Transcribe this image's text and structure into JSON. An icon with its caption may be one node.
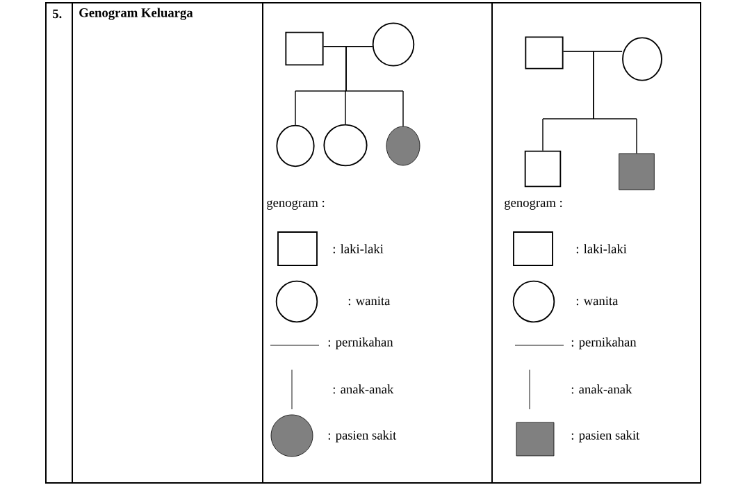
{
  "diagram": {
    "nodes": [
      {
        "text": [],
        "shape": "box"
      },
      {
        "text": [],
        "shape": "circle"
      },
      {
        "text": [],
        "shape": "circle"
      },
      {
        "text": [],
        "shape": "circle"
      },
      {
        "text": [],
        "shape": "circle"
      },
      {
        "text": [],
        "shape": "box"
      },
      {
        "text": [],
        "shape": "circle"
      },
      {
        "text": [],
        "shape": "box"
      },
      {
        "text": [],
        "shape": "box"
      }
    ],
    "edges": [
      {
        "from": 0,
        "to": 1,
        "arrow": "none"
      },
      {
        "from": 0,
        "to": 2,
        "arrow": "none"
      },
      {
        "from": 0,
        "to": 3,
        "arrow": "none"
      },
      {
        "from": 0,
        "to": 4,
        "arrow": "none"
      },
      {
        "from": 1,
        "to": 2,
        "arrow": "none"
      },
      {
        "from": 1,
        "to": 3,
        "arrow": "none"
      },
      {
        "from": 1,
        "to": 4,
        "arrow": "none"
      },
      {
        "from": 5,
        "to": 6,
        "arrow": "none"
      },
      {
        "from": 5,
        "to": 7,
        "arrow": "none"
      },
      {
        "from": 5,
        "to": 8,
        "arrow": "none"
      },
      {
        "from": 6,
        "to": 7,
        "arrow": "none"
      },
      {
        "from": 6,
        "to": 8,
        "arrow": "none"
      }
    ],
    "labels": [
      "5.",
      "Genogram Keluarga",
      "genogram :",
      "genogram :"
    ],
    "legend": [
      {
        "text": ": laki-laki"
      },
      {
        "text": ": wanita"
      },
      {
        "text": ": pernikahan"
      },
      {
        "text": ": anak-anak"
      },
      {
        "text": ": pasien sakit"
      },
      {
        "text": ": laki-laki"
      },
      {
        "text": ": wanita"
      },
      {
        "text": ": pernikahan"
      },
      {
        "text": ": anak-anak"
      },
      {
        "text": ": pasien sakit"
      }
    ]
  }
}
